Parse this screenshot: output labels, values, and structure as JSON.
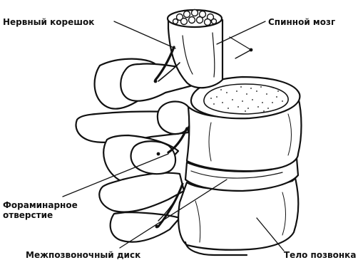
{
  "labels": {
    "nerve_root": "Нервный корешок",
    "spinal_cord": "Спинной мозг",
    "foramen_line1": "Фораминарное",
    "foramen_line2": "отверстие",
    "disc": "Межпозвоночный диск",
    "vertebral_body": "Тело позвонка"
  },
  "colors": {
    "ink": "#111111",
    "paper": "#ffffff",
    "fill": "#ffffff"
  }
}
